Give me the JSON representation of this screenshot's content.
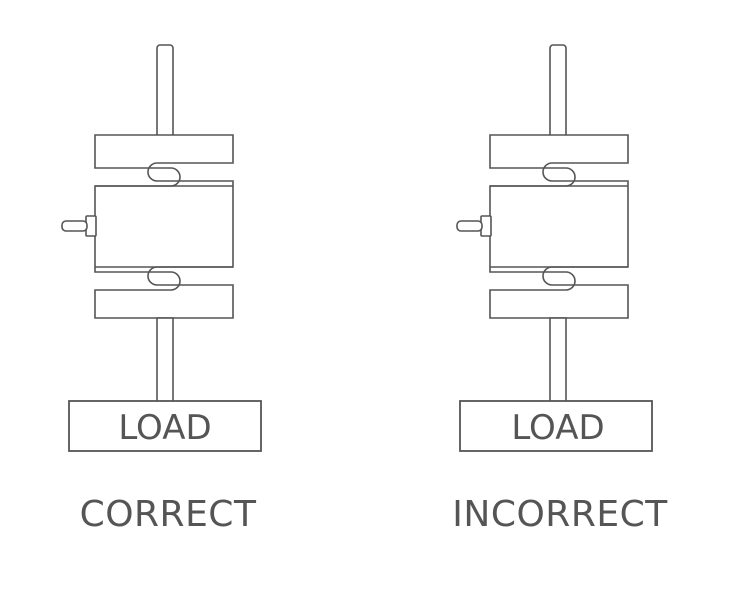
{
  "diagrams": [
    {
      "caption": "CORRECT",
      "load_label": "LOAD"
    },
    {
      "caption": "INCORRECT",
      "load_label": "LOAD"
    }
  ],
  "colors": {
    "line": "#555555",
    "background": "#ffffff"
  }
}
